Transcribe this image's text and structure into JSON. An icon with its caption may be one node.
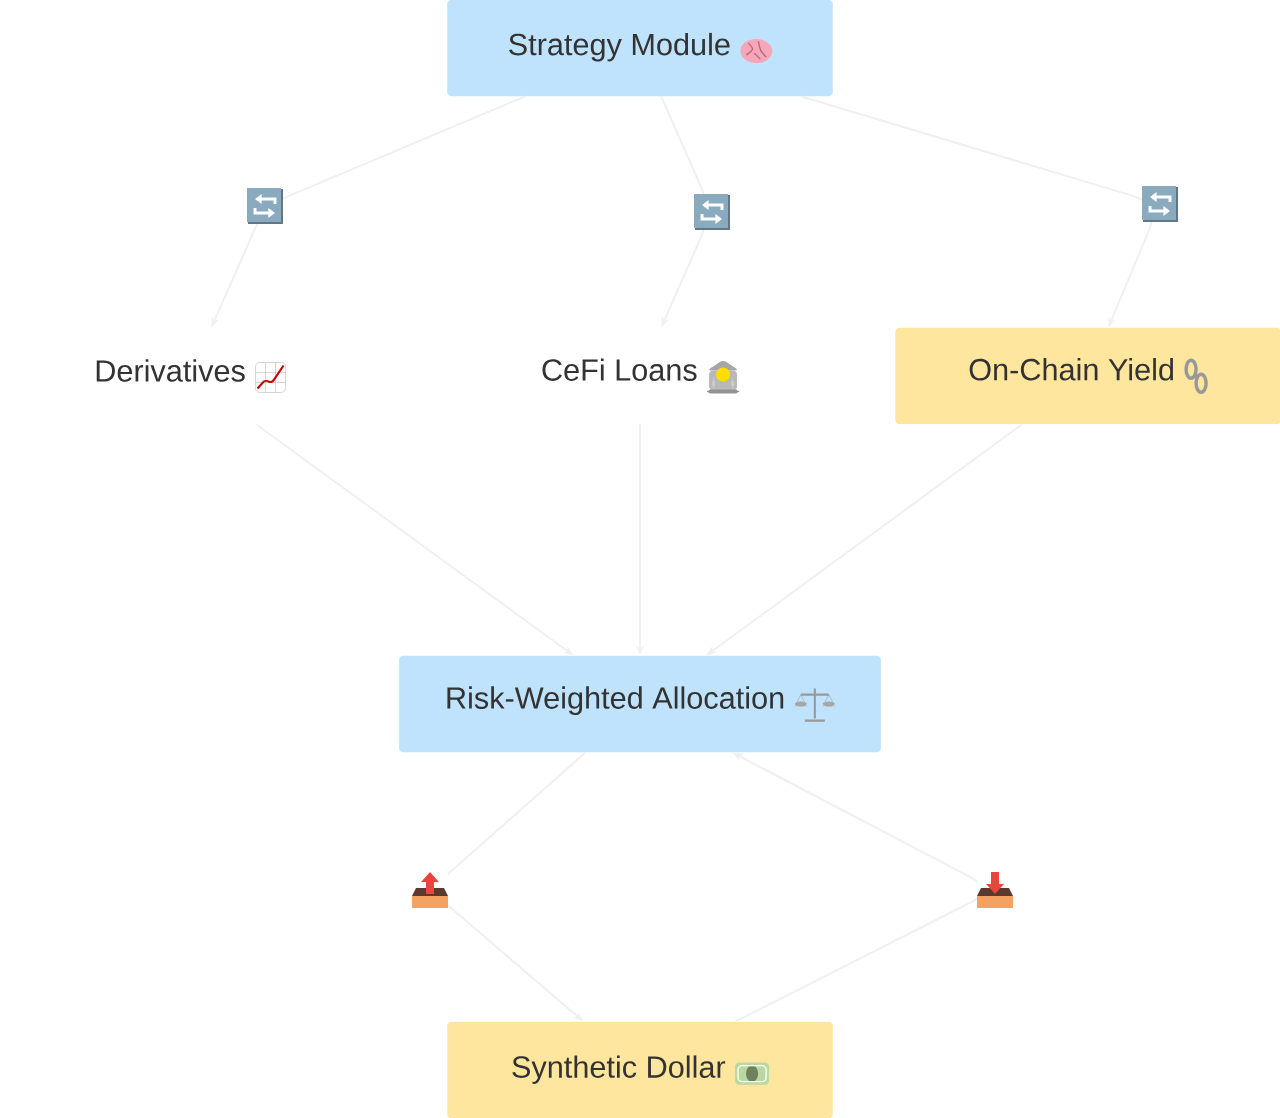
{
  "diagram": {
    "nodes": [
      {
        "text": [
          "Strategy Module"
        ]
      },
      {
        "text": [
          "Derivatives"
        ]
      },
      {
        "text": [
          "CeFi Loans"
        ]
      },
      {
        "text": [
          "On-Chain Yield"
        ]
      },
      {
        "text": [
          "Risk-Weighted Allocation"
        ]
      },
      {
        "text": [
          "Synthetic Dollar"
        ]
      }
    ],
    "edges": [
      {
        "from": 0,
        "to": 1,
        "arrow": "to"
      },
      {
        "from": 0,
        "to": 2,
        "arrow": "to"
      },
      {
        "from": 0,
        "to": 3,
        "arrow": "to"
      },
      {
        "from": 1,
        "to": 4,
        "arrow": "to"
      },
      {
        "from": 2,
        "to": 4,
        "arrow": "to"
      },
      {
        "from": 3,
        "to": 4,
        "arrow": "to"
      },
      {
        "from": 4,
        "to": 5,
        "arrow": "to"
      },
      {
        "from": 5,
        "to": 4,
        "arrow": "to"
      }
    ]
  }
}
